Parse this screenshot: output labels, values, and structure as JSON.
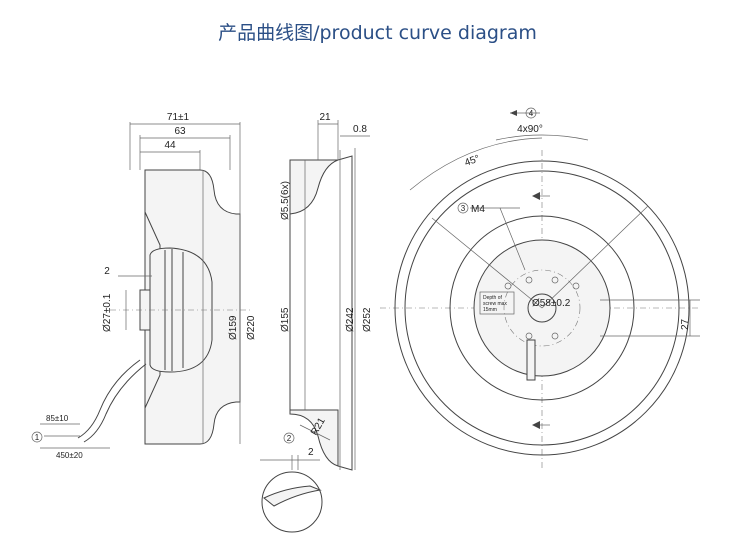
{
  "title": "产品曲线图/product curve diagram",
  "side_view": {
    "dims": {
      "d71": "71±1",
      "d63": "63",
      "d44": "44",
      "d2": "2",
      "d27": "Ø27±0.1",
      "d159": "Ø159",
      "d220": "Ø220",
      "d85": "85±10",
      "d450": "450±20",
      "note1": "1"
    }
  },
  "section_view": {
    "dims": {
      "d21": "21",
      "d08": "0.8",
      "d55": "Ø5.5(6x)",
      "d155": "Ø155",
      "d242": "Ø242",
      "d252": "Ø252",
      "r21": "R21",
      "d2": "2",
      "note2": "2"
    }
  },
  "front_view": {
    "dims": {
      "note4": "4",
      "d4x90": "4x90°",
      "d45": "45°",
      "note3": "3",
      "m4": "M4",
      "d58": "Ø58±0.2",
      "d27": "27",
      "depth": [
        "Depth of",
        "screw max",
        "15mm"
      ]
    }
  }
}
